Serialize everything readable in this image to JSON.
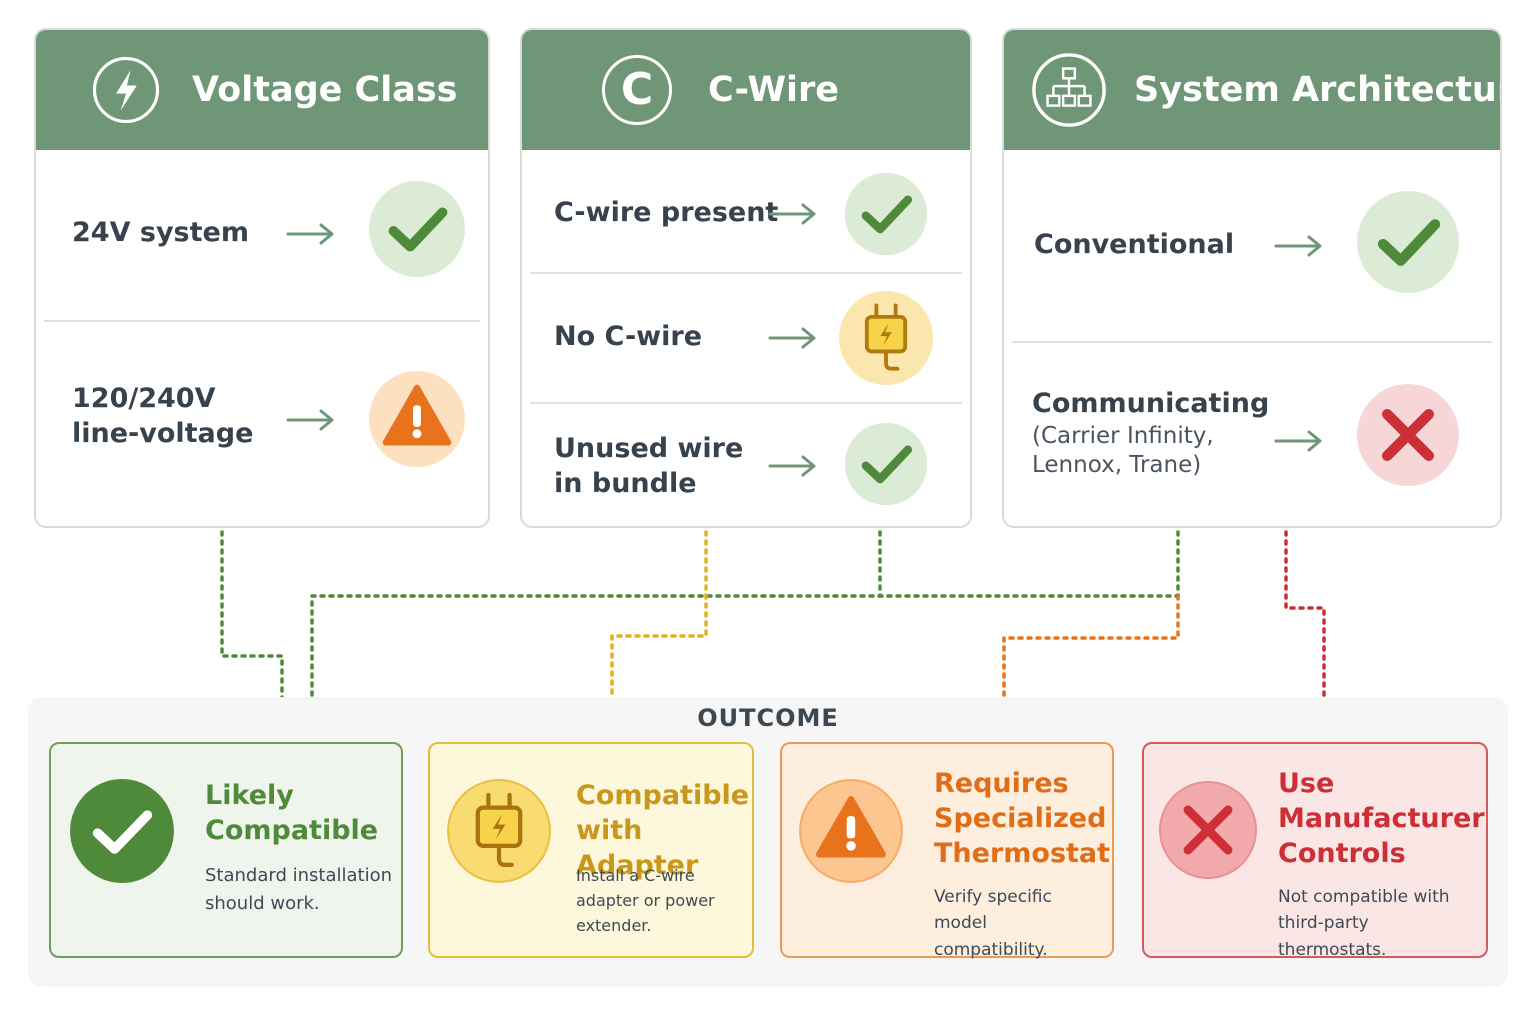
{
  "voltage": {
    "title": "Voltage Class",
    "icon": "lightning-icon",
    "rows": [
      {
        "label": "24V system",
        "status": "check"
      },
      {
        "label": "120/240V line-voltage",
        "status": "warning"
      }
    ]
  },
  "cwire": {
    "title": "C-Wire",
    "icon": "c-letter-icon",
    "icon_letter": "C",
    "rows": [
      {
        "label": "C-wire present",
        "status": "check"
      },
      {
        "label": "No C-wire",
        "status": "adapter"
      },
      {
        "label": "Unused wire in bundle",
        "status": "check"
      }
    ]
  },
  "architecture": {
    "title": "System Architecture",
    "icon": "network-icon",
    "rows": [
      {
        "label": "Conventional",
        "status": "check"
      },
      {
        "label": "Communicating",
        "sub": "(Carrier Infinity, Lennox, Trane)",
        "status": "cross"
      }
    ]
  },
  "outcome": {
    "label": "OUTCOME",
    "cards": [
      {
        "title": "Likely Compatible",
        "desc": "Standard installation should work.",
        "icon": "check-icon",
        "color": "#4f8a3a"
      },
      {
        "title": "Compatible with Adapter",
        "desc": "Install a C-wire adapter or power extender.",
        "icon": "plug-icon",
        "color": "#d4a017"
      },
      {
        "title": "Requires Specialized Thermostat",
        "desc": "Verify specific model compatibility.",
        "icon": "warning-icon",
        "color": "#e8731c"
      },
      {
        "title": "Use Manufacturer Controls",
        "desc": "Not compatible with third-party thermostats.",
        "icon": "cross-icon",
        "color": "#cc2f35"
      }
    ]
  },
  "colors": {
    "header": "#6f9677",
    "green": "#4f8a3a",
    "yellow": "#e0b21c",
    "orange": "#e8731c",
    "red": "#cc2f35"
  }
}
